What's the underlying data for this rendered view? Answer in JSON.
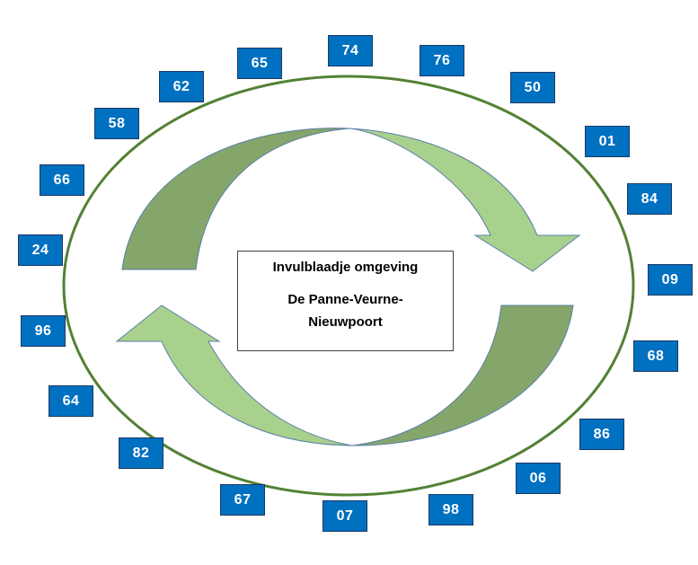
{
  "colors": {
    "ellipse_stroke": "#538135",
    "arrow_light": "#a9d18e",
    "arrow_dark": "#84a66b",
    "arrow_outline": "#5b7fa6",
    "box_fill": "#0070c0",
    "box_text": "#ffffff"
  },
  "center": {
    "title": "Invulblaadje omgeving",
    "subtitle": "De Panne-Veurne-Nieuwpoort"
  },
  "numbers": [
    "74",
    "76",
    "50",
    "01",
    "84",
    "09",
    "68",
    "86",
    "06",
    "98",
    "07",
    "67",
    "82",
    "64",
    "96",
    "24",
    "66",
    "58",
    "62",
    "65"
  ]
}
